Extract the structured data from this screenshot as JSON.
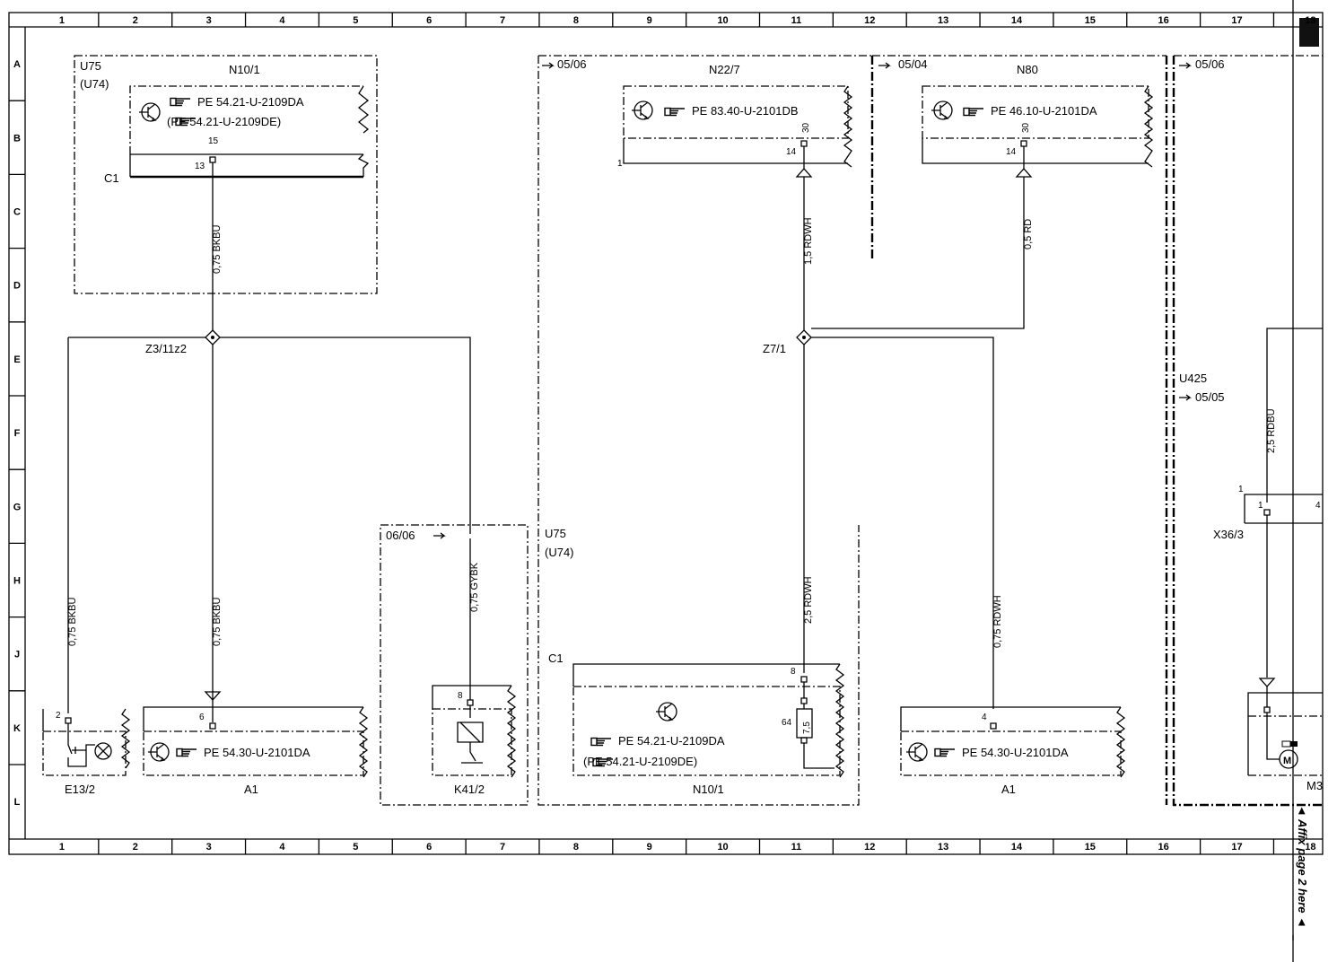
{
  "sheet": {
    "columns": [
      "1",
      "2",
      "3",
      "4",
      "5",
      "6",
      "7",
      "8",
      "9",
      "10",
      "11",
      "12",
      "13",
      "14",
      "15",
      "16",
      "17",
      "18"
    ],
    "rows": [
      "A",
      "B",
      "C",
      "D",
      "E",
      "F",
      "G",
      "H",
      "J",
      "K",
      "L"
    ],
    "affix_note": "◄ Affix page 2 here ◄"
  },
  "components": {
    "u75_top": "U75",
    "u74_top": "(U74)",
    "n10_1_top": "N10/1",
    "pe_2109da_top": "PE 54.21-U-2109DA",
    "pe_2109de_top": "(PE 54.21-U-2109DE)",
    "pin15": "15",
    "pin13": "13",
    "c1_top": "C1",
    "ref_0506_a": "05/06",
    "n22_7": "N22/7",
    "pe_n22": "PE 83.40-U-2101DB",
    "pin30_a": "30",
    "pin14_a": "14",
    "pin1_n22": "1",
    "ref_0504": "05/04",
    "n80": "N80",
    "pe_n80": "PE 46.10-U-2101DA",
    "pin30_b": "30",
    "pin14_b": "14",
    "ref_0506_b": "05/06",
    "z3_11z2": "Z3/11z2",
    "z7_1": "Z7/1",
    "u425": "U425",
    "ref_0505": "05/05",
    "ref_0606": "06/06",
    "u75_mid": "U75",
    "u74_mid": "(U74)",
    "c1_mid": "C1",
    "pin1_x36": "1",
    "pin1_x36b": "1",
    "pin4_x36": "4",
    "x36_3": "X36/3",
    "pin2_e13": "2",
    "e13_2": "E13/2",
    "pin6_a1": "6",
    "pe_a1_left": "PE 54.30-U-2101DA",
    "a1_left": "A1",
    "pin8_k41": "8",
    "k41_2": "K41/2",
    "pin8_n10": "8",
    "fuse64": "64",
    "fuse_rating": "7,5",
    "pe_2109da_bottom": "PE 54.21-U-2109DA",
    "pe_2109de_bottom": "(PE 54.21-U-2109DE)",
    "n10_1_bottom": "N10/1",
    "pin4_a1": "4",
    "pe_a1_right": "PE 54.30-U-2101DA",
    "a1_right": "A1",
    "m3": "M3"
  },
  "wires": {
    "w_top_bkbu": "0,75 BKBU",
    "w_n22_rdwh": "1,5 RDWH",
    "w_n80_rd": "0,5 RD",
    "w_left_bkbu": "0,75 BKBU",
    "w_mid_bkbu": "0,75 BKBU",
    "w_gybk": "0,75 GYBK",
    "w_fuse_rdwh": "2,5 RDWH",
    "w_a1_rdwh": "0,75 RDWH",
    "w_rdbu": "2,5 RDBU"
  }
}
